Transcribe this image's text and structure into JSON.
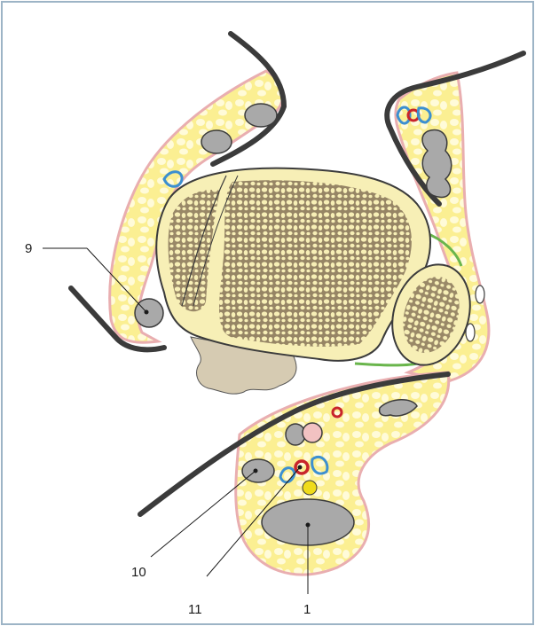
{
  "labels": {
    "label_9": "9",
    "label_10": "10",
    "label_11": "11",
    "label_1": "1"
  },
  "colors": {
    "frame": "#9db4c6",
    "fat": "#fbf3b0",
    "fat_lobule": "#fff7c8",
    "skin_edge": "#e9aeb0",
    "bone": "#f7efb6",
    "trabecula": "#9c8b6e",
    "cartilage": "#d6cbb2",
    "outline": "#3b3b3b",
    "muscle": "#a9a9a9",
    "artery": "#c8252b",
    "vein": "#3c8fd0",
    "nerve": "#f0dc1a",
    "ligament": "#69b54c"
  },
  "icons": [
    "artery-icon",
    "vein-icon",
    "nerve-icon",
    "tendon-icon"
  ]
}
